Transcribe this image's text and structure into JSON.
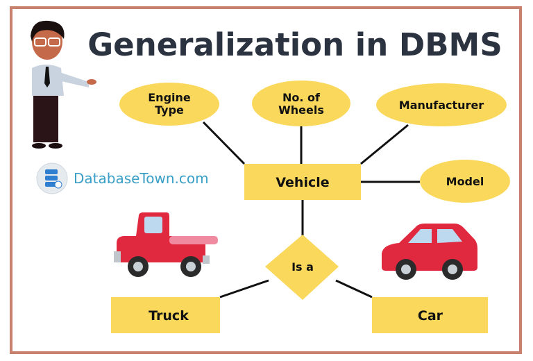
{
  "title": "Generalization in DBMS",
  "brand": "DatabaseTown.com",
  "colors": {
    "border": "#c9816f",
    "node": "#fad85c",
    "title": "#2b3240",
    "brand": "#3a9fc6",
    "vehicle_red": "#e0283f"
  },
  "entity": {
    "label": "Vehicle"
  },
  "attributes": [
    {
      "line1": "Engine",
      "line2": "Type"
    },
    {
      "line1": "No. of",
      "line2": "Wheels"
    },
    {
      "line1": "Manufacturer"
    },
    {
      "line1": "Model"
    }
  ],
  "relationship": {
    "label": "Is a"
  },
  "subclasses": [
    {
      "label": "Truck"
    },
    {
      "label": "Car"
    }
  ]
}
